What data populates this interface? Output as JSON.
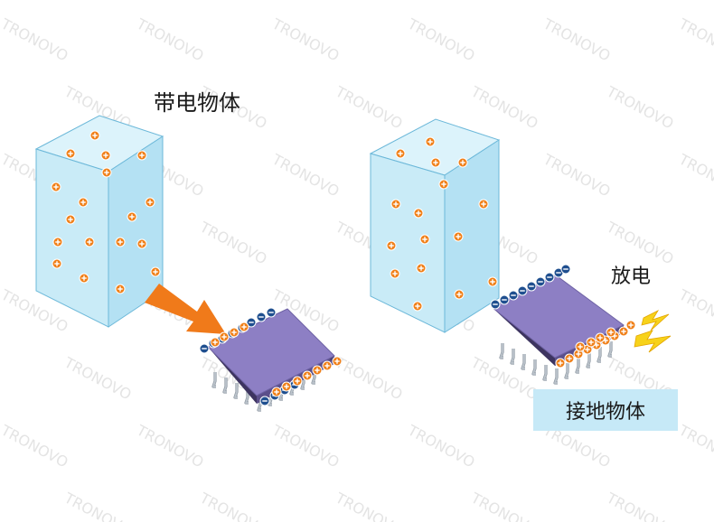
{
  "diagram": {
    "left_label": "带电物体",
    "discharge_label": "放电",
    "ground_label": "接地物体",
    "watermark": "TRONOVO"
  },
  "colors": {
    "block_front": "#c9ebf7",
    "block_side": "#b2e0f2",
    "block_top": "#dcf3fb",
    "block_edge": "#6cb8d9",
    "chip_top": "#8d7fc4",
    "chip_side": "#5b4f8a",
    "chip_bottom": "#3d3460",
    "pin": "#bcc4cc",
    "arrow": "#f07a1a",
    "positive": "#f08019",
    "negative": "#1f4f8f",
    "spark": "#f7d21a"
  }
}
